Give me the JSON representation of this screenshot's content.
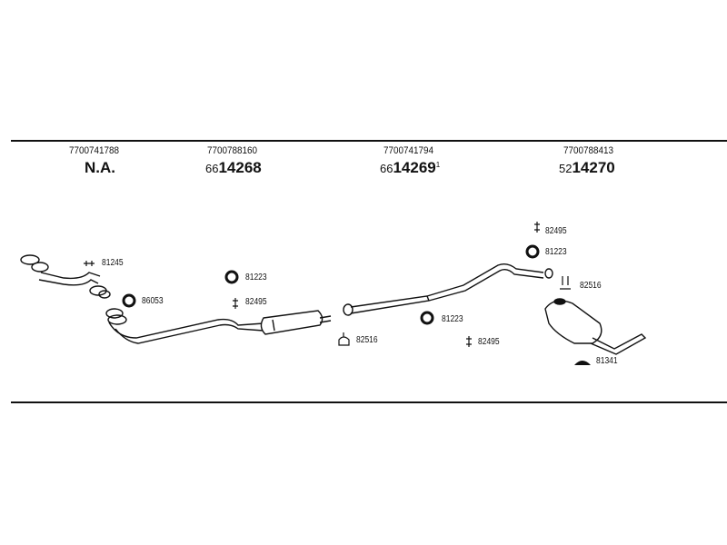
{
  "header": {
    "columns": [
      {
        "oem": "7700741788",
        "code": "N.A."
      },
      {
        "oem": "7700788160",
        "prefix": "66",
        "code": "14268"
      },
      {
        "oem": "7700741794",
        "prefix": "66",
        "code": "14269",
        "footnote": "1"
      },
      {
        "oem": "7700788413",
        "prefix": "52",
        "code": "14270"
      }
    ]
  },
  "parts": {
    "p81245": "81245",
    "p86053": "86053",
    "p81223a": "81223",
    "p82495a": "82495",
    "p82516a": "82516",
    "p81223b": "81223",
    "p82495b": "82495",
    "p82495c": "82495",
    "p81223c": "81223",
    "p82516b": "82516",
    "p81341": "81341"
  },
  "colors": {
    "line": "#111111",
    "background": "#ffffff"
  }
}
